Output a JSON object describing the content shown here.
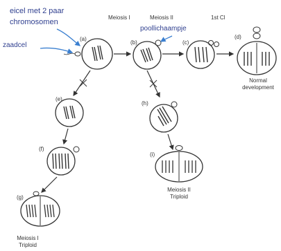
{
  "handwritten_notes": {
    "egg": "eicel met 2 paar chromosomen",
    "egg_line1": "eicel met 2 paar",
    "egg_line2": "chromosomen",
    "polar": "poollichaampje",
    "sperm": "zaadcel"
  },
  "headers": {
    "meiosis1": "Meiosis I",
    "meiosis2": "Meiosis II",
    "first_cleavage": "1st Cl"
  },
  "panel_labels": [
    "(a)",
    "(b)",
    "(c)",
    "(d)",
    "(e)",
    "(f)",
    "(g)",
    "(h)",
    "(i)"
  ],
  "captions": {
    "d_line1": "Normal",
    "d_line2": "development",
    "i_line1": "Meiosis II",
    "i_line2": "Triploid",
    "g_line1": "Meiosis I",
    "g_line2": "Triploid"
  },
  "colors": {
    "ink": "#333333",
    "handwriting": "#2f3f8f",
    "blue_arrow": "#3a7fd0"
  }
}
